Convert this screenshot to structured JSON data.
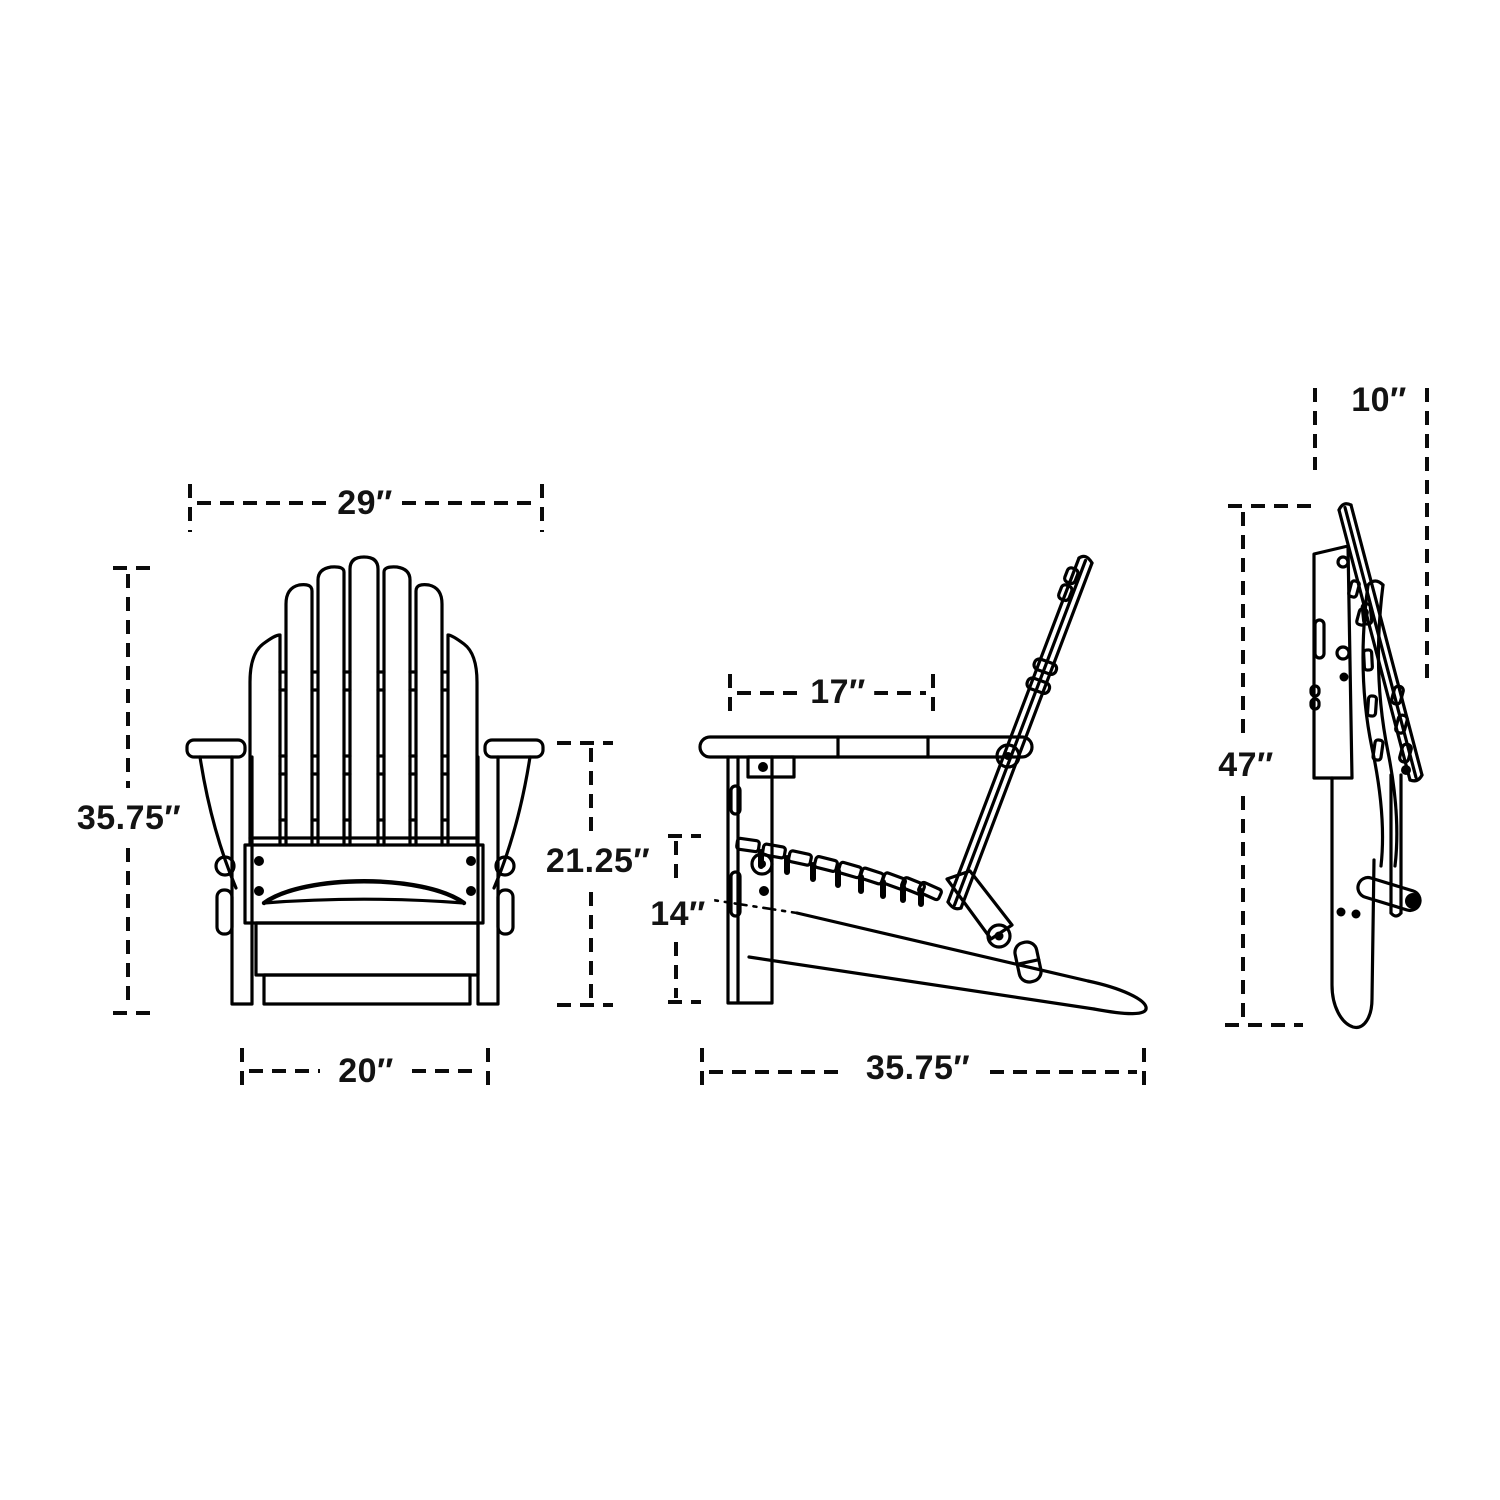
{
  "meta": {
    "description": "Folding Adirondack chair dimension diagram, three orthographic views",
    "unit": "inches",
    "background_color": "#ffffff",
    "line_color": "#000000",
    "label_color": "#131313"
  },
  "views": [
    {
      "id": "front-view",
      "dims": [
        {
          "id": "overall-width",
          "text": "29″"
        },
        {
          "id": "overall-height",
          "text": "35.75″"
        },
        {
          "id": "arm-height",
          "text": "21.25″"
        },
        {
          "id": "base-width",
          "text": "20″"
        }
      ]
    },
    {
      "id": "side-view",
      "dims": [
        {
          "id": "arm-depth",
          "text": "17″"
        },
        {
          "id": "seat-height",
          "text": "14″"
        },
        {
          "id": "overall-depth",
          "text": "35.75″"
        }
      ]
    },
    {
      "id": "folded-view",
      "dims": [
        {
          "id": "folded-depth",
          "text": "10″"
        },
        {
          "id": "folded-height",
          "text": "47″"
        }
      ]
    }
  ]
}
